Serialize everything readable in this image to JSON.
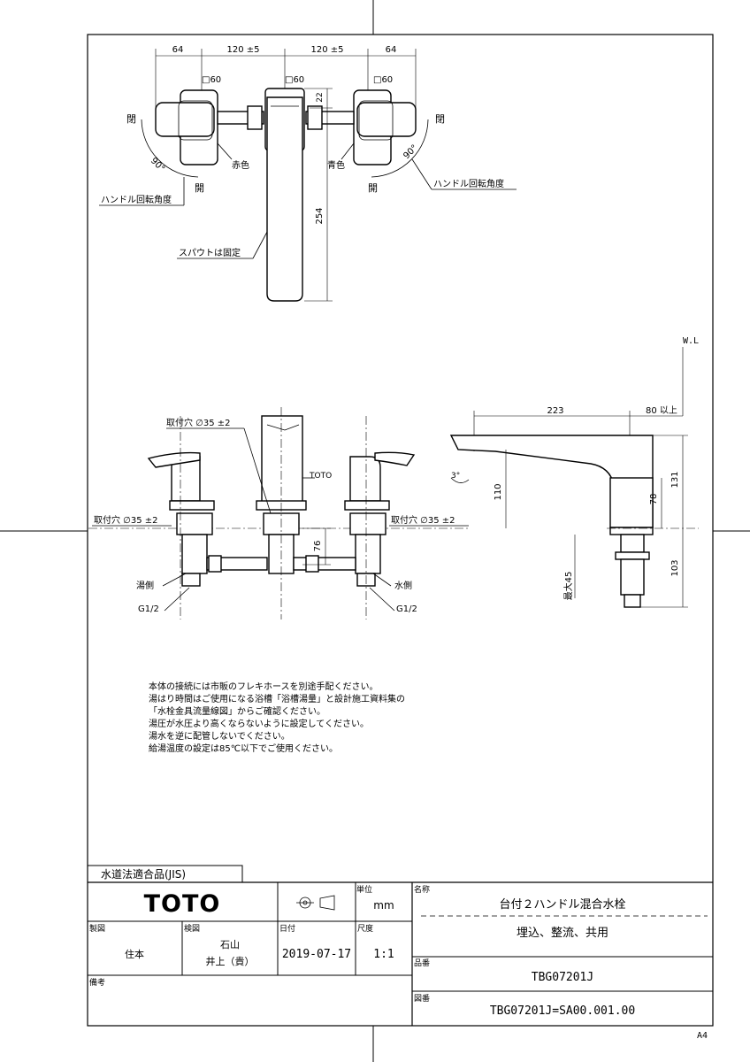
{
  "dims": {
    "top_w64_left": "64",
    "top_120a": "120 ±5",
    "top_120b": "120 ±5",
    "top_w64_right": "64",
    "sq60_left": "□60",
    "sq60_mid": "□60",
    "sq60_right": "□60",
    "d22": "22",
    "d254": "254",
    "angle_left": "90°",
    "angle_right": "90°",
    "wl": "W.L",
    "d223": "223",
    "d80": "80 以上",
    "d131": "131",
    "d110": "110",
    "d78": "78",
    "d103": "103",
    "max45": "最大45",
    "angle3": "3°",
    "d76": "76"
  },
  "labels": {
    "close_left": "閉",
    "open_left": "開",
    "close_right": "閉",
    "open_right": "開",
    "red": "赤色",
    "blue": "青色",
    "handle_rot_left": "ハンドル回転角度",
    "handle_rot_right": "ハンドル回転角度",
    "spout_fixed": "スパウトは固定",
    "hole_top": "取付穴 ∅35 ±2",
    "hole_left": "取付穴 ∅35 ±2",
    "hole_right": "取付穴 ∅35 ±2",
    "toto_mark": "TOTO",
    "hot_side": "湯側",
    "cold_side": "水側",
    "g_left": "G1/2",
    "g_right": "G1/2"
  },
  "notes": [
    "本体の接続には市販のフレキホースを別途手配ください。",
    "湯はり時間はご使用になる浴槽「浴槽湯量」と設計施工資料集の",
    "「水栓金具流量線図」からご確認ください。",
    "湯圧が水圧より高くならないように設定してください。",
    "湯水を逆に配管しないでください。",
    "給湯温度の設定は85℃以下でご使用ください。"
  ],
  "title_block": {
    "jis": "水道法適合品(JIS)",
    "brand": "TOTO",
    "unit_label": "単位",
    "unit_value": "mm",
    "name_label": "名称",
    "name_value1": "台付２ハンドル混合水栓",
    "name_value2": "埋込、整流、共用",
    "drawn_label": "製図",
    "drawn_value": "住本",
    "checked_label": "検図",
    "checked_value1": "石山",
    "checked_value2": "井上（貴）",
    "date_label": "日付",
    "date_value": "2019-07-17",
    "scale_label": "尺度",
    "scale_value": "1:1",
    "part_label": "品番",
    "part_value": "TBG07201J",
    "remarks_label": "備考",
    "dwg_label": "図番",
    "dwg_value": "TBG07201J=SA00.001.00"
  },
  "paper_size": "A4"
}
